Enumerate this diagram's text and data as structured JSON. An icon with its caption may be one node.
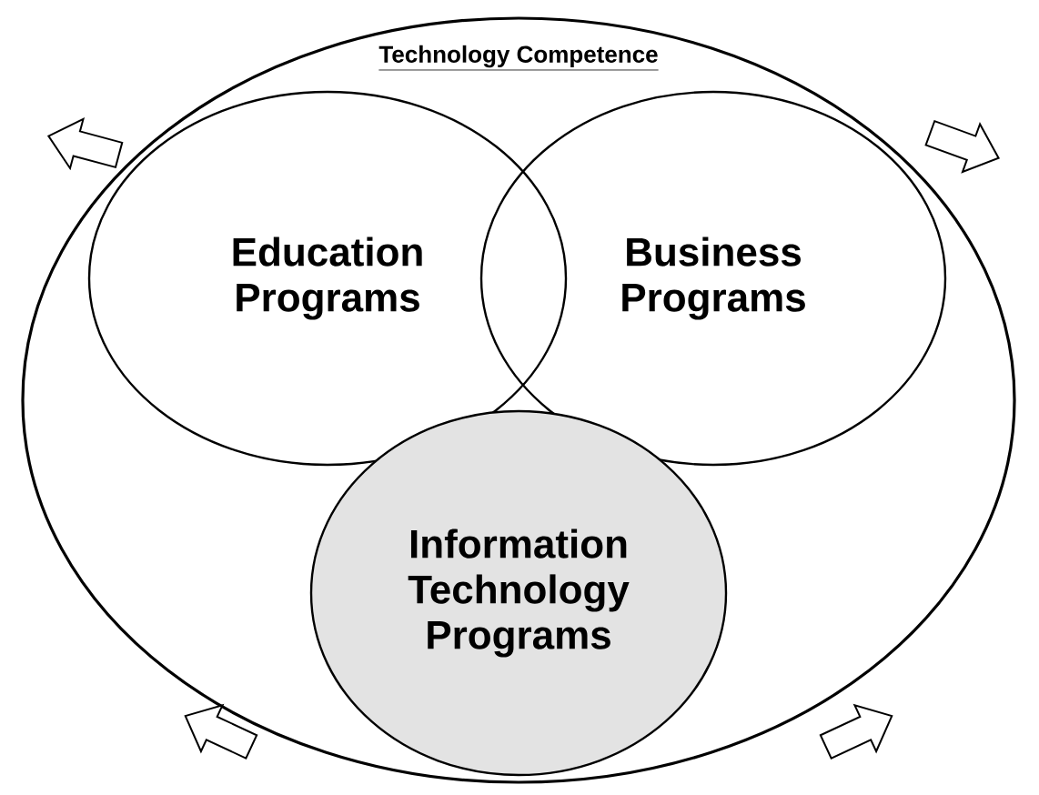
{
  "diagram": {
    "nodes": [
      {
        "text": [
          "Technology Competence"
        ]
      },
      {
        "text": [
          "Education Programs"
        ],
        "in": 0
      },
      {
        "text": [
          "Business Programs"
        ],
        "in": 0
      },
      {
        "text": [
          "Information Technology Programs"
        ],
        "in": 0
      }
    ]
  }
}
